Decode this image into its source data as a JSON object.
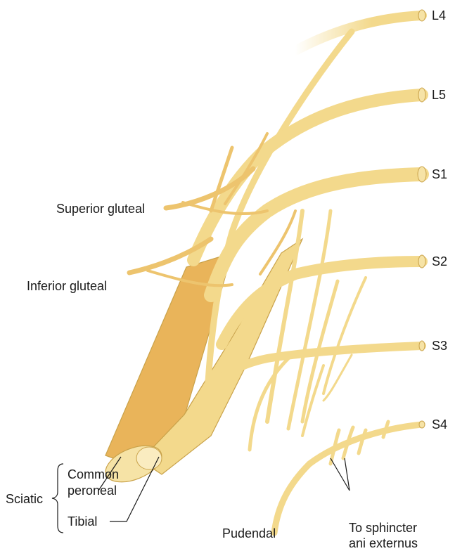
{
  "roots": {
    "l4": "L4",
    "l5": "L5",
    "s1": "S1",
    "s2": "S2",
    "s3": "S3",
    "s4": "S4"
  },
  "branches": {
    "superior_gluteal": "Superior gluteal",
    "inferior_gluteal": "Inferior gluteal",
    "sciatic": "Sciatic",
    "common_peroneal_line1": "Common",
    "common_peroneal_line2": "peroneal",
    "tibial": "Tibial",
    "pudendal": "Pudendal",
    "sphincter_line1": "To sphincter",
    "sphincter_line2": "ani externus"
  },
  "colors": {
    "nerve": "#f3d98c",
    "nerve_edge": "#c9a24a",
    "trunk_dark": "#e9b45a",
    "leader": "#1a1a1a"
  }
}
